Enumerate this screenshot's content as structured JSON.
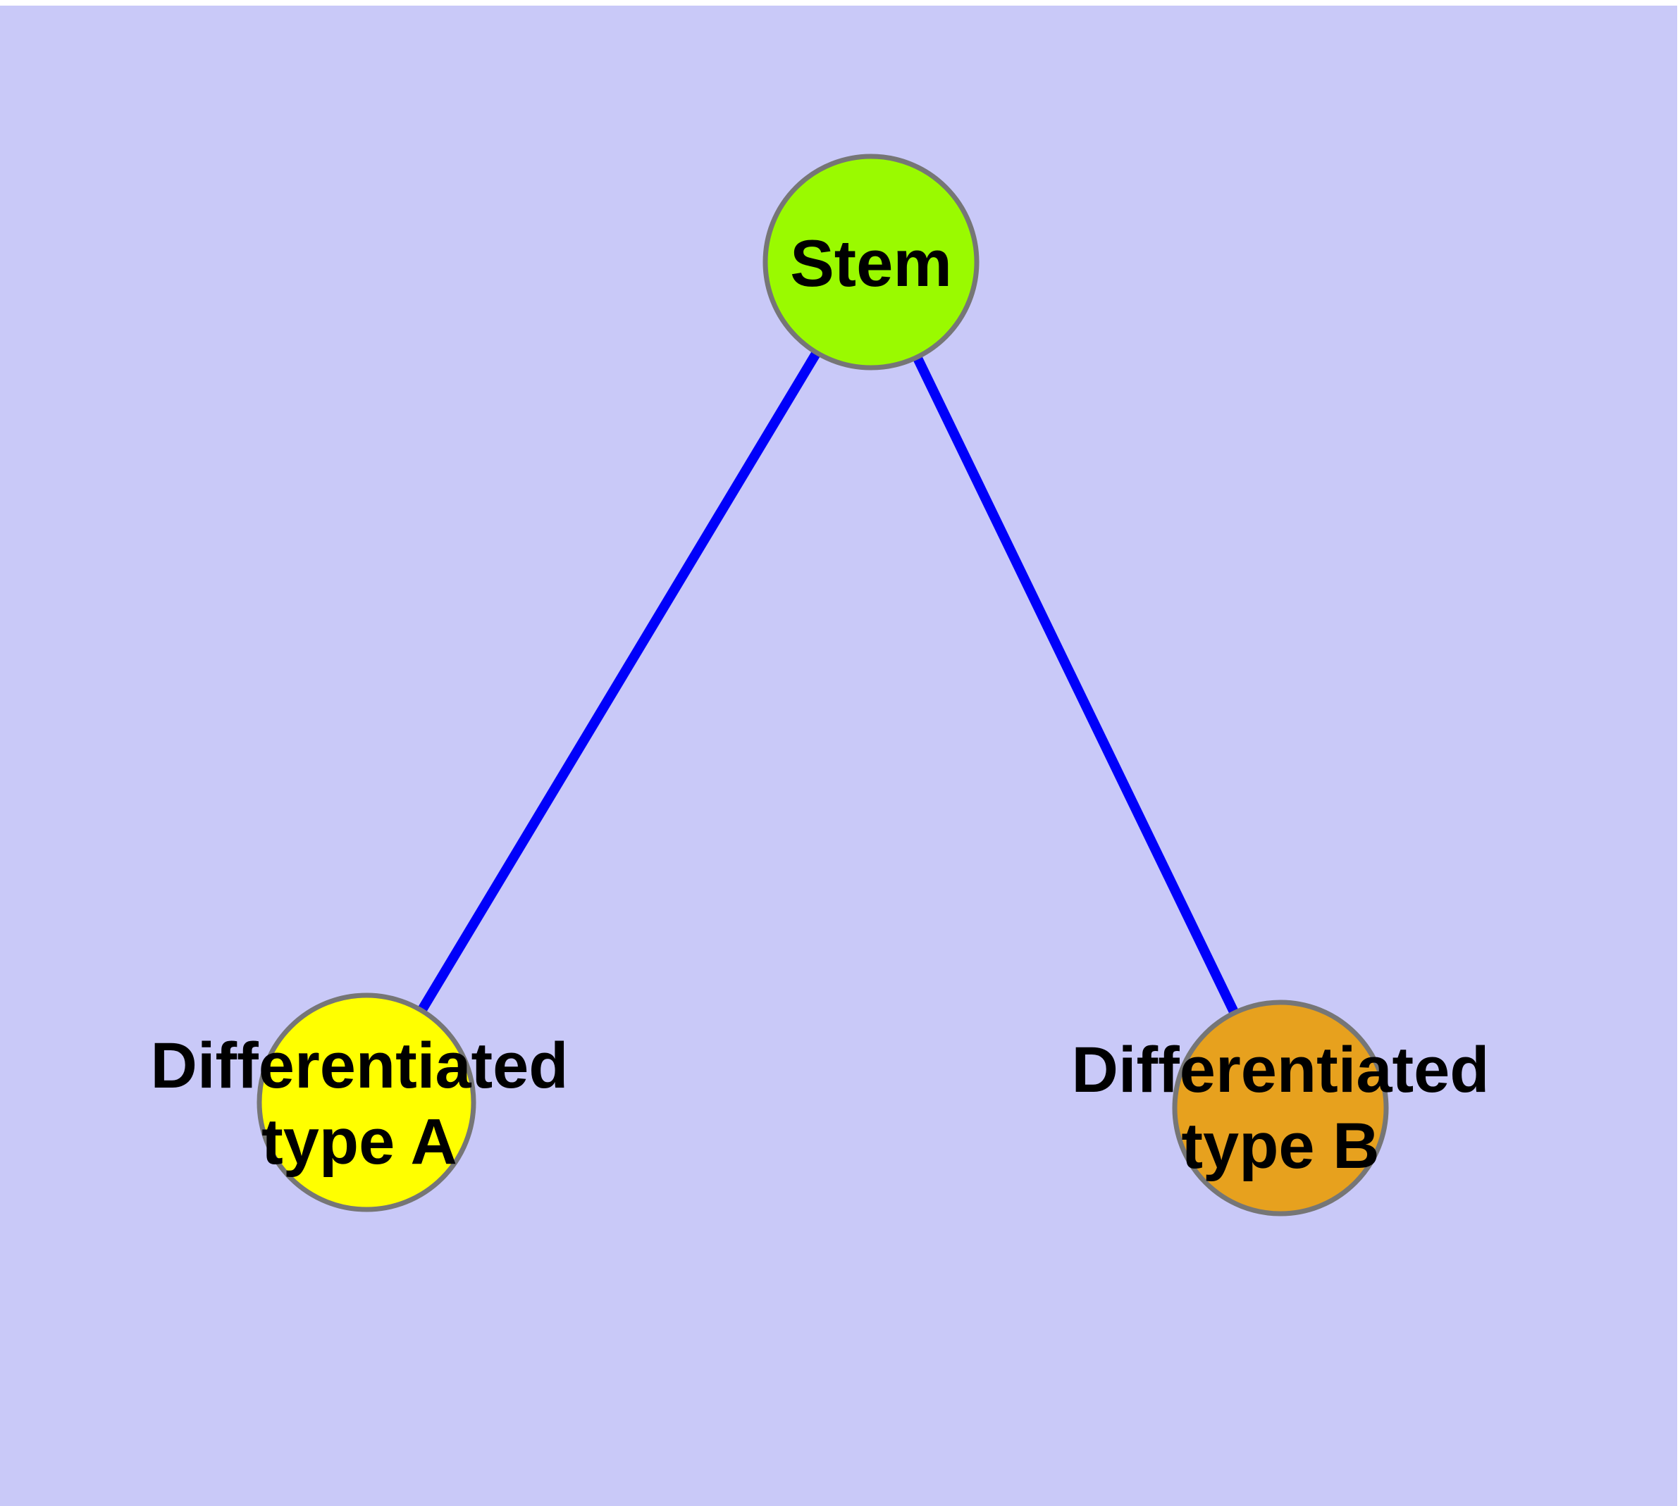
{
  "colors": {
    "page_background": "#FFFFFF",
    "panel_background": "#C9C9F8",
    "edge_blue": "#0000FA",
    "node_border_gray": "#767676",
    "label_black": "#000000"
  },
  "graph": {
    "nodes": [
      {
        "id": "stem",
        "label": "Stem",
        "fill": "#9AFA00"
      },
      {
        "id": "type-a",
        "label_line1": "Differentiated",
        "label_line2": "type A",
        "fill": "#FFFF00"
      },
      {
        "id": "type-b",
        "label_line1": "Differentiated",
        "label_line2": "type B",
        "fill": "#E7A11E"
      }
    ],
    "edges": [
      {
        "from": "Stem",
        "to": "Differentiated type A",
        "color": "#0000FA"
      },
      {
        "from": "Stem",
        "to": "Differentiated type B",
        "color": "#0000FA"
      }
    ]
  }
}
